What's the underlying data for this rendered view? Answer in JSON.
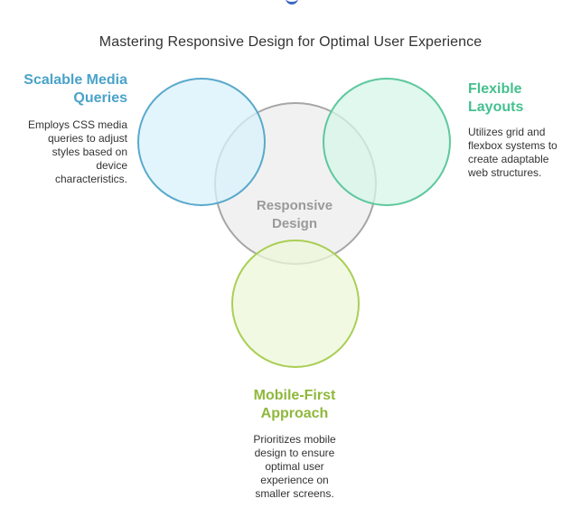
{
  "diagram": {
    "title": "Mastering Responsive Design for Optimal User Experience",
    "center": {
      "line1": "Responsive",
      "line2": "Design"
    },
    "nodes": {
      "scalable_media_queries": {
        "heading_line1": "Scalable Media",
        "heading_line2": "Queries",
        "description_lines": [
          "Employs CSS media",
          "queries to adjust",
          "styles based on",
          "device",
          "characteristics."
        ],
        "color": "#4aa3c9"
      },
      "flexible_layouts": {
        "heading_line1": "Flexible",
        "heading_line2": "Layouts",
        "description_lines": [
          "Utilizes grid and",
          "flexbox systems to",
          "create adaptable",
          "web structures."
        ],
        "color": "#45c08f"
      },
      "mobile_first": {
        "heading_line1": "Mobile-First",
        "heading_line2": "Approach",
        "description_lines": [
          "Prioritizes mobile",
          "design to ensure",
          "optimal user",
          "experience on",
          "smaller screens."
        ],
        "color": "#8fb83c"
      }
    },
    "center_color": "#9a9a9a"
  }
}
